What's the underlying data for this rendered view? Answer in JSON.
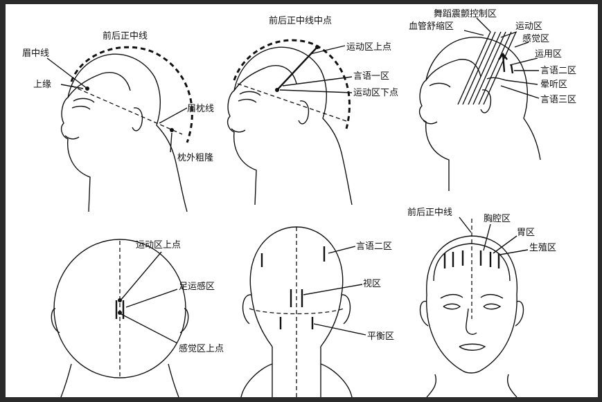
{
  "panel1": {
    "label_midline": "前后正中线",
    "label_meizhongxian": "眉中线",
    "label_shangyuan": "上缘",
    "label_meizhenxian": "眉枕线",
    "label_zhenwai": "枕外粗隆"
  },
  "panel2": {
    "label_midpoint": "前后正中线中点",
    "label_motor_upper": "运动区上点",
    "label_speech1": "言语一区",
    "label_motor_lower": "运动区下点"
  },
  "panel3": {
    "label_chorea": "舞蹈震颤控制区",
    "label_vascular": "血管舒缩区",
    "label_motor": "运动区",
    "label_sensory": "感觉区",
    "label_praxis": "运用区",
    "label_speech2": "言语二区",
    "label_vertigo": "晕听区",
    "label_speech3": "言语三区"
  },
  "panel4": {
    "label_motor_upper": "运动区上点",
    "label_foot": "足运感区",
    "label_sensory_upper": "感觉区上点"
  },
  "panel5": {
    "label_speech2": "言语二区",
    "label_vision": "视区",
    "label_balance": "平衡区"
  },
  "panel6": {
    "label_midline": "前后正中线",
    "label_chest": "胸腔区",
    "label_stomach": "胃区",
    "label_reproductive": "生殖区"
  }
}
